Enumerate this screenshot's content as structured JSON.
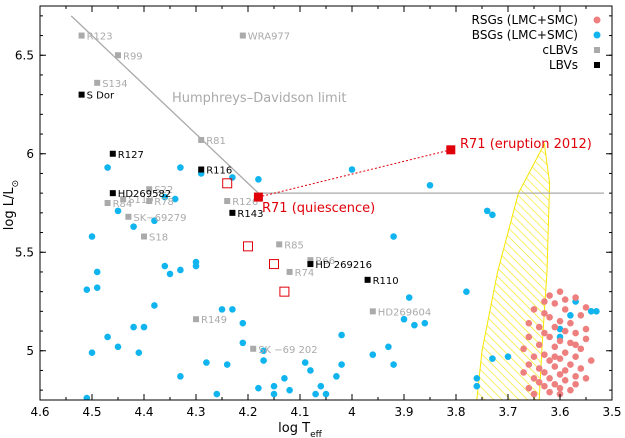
{
  "chart_data": {
    "type": "scatter",
    "xlabel": "log T",
    "xlabel_sub": "eff",
    "ylabel": "log L/L",
    "ylabel_sub": "⊙",
    "xlim": [
      4.6,
      3.5
    ],
    "ylim": [
      4.75,
      6.75
    ],
    "x_ticks": [
      "4.6",
      "4.5",
      "4.4",
      "4.3",
      "4.2",
      "4.1",
      "4",
      "3.9",
      "3.8",
      "3.7",
      "3.6",
      "3.5"
    ],
    "y_ticks": [
      "5",
      "5.5",
      "6",
      "6.5"
    ],
    "x_tick_values": [
      4.6,
      4.5,
      4.4,
      4.3,
      4.2,
      4.1,
      4.0,
      3.9,
      3.8,
      3.7,
      3.6,
      3.5
    ],
    "y_tick_values": [
      5.0,
      5.5,
      6.0,
      6.5
    ],
    "legend_position": "top-right",
    "legend": [
      {
        "label": "RSGs (LMC+SMC)",
        "marker": "circle",
        "color": "#ee7f7f"
      },
      {
        "label": "BSGs (LMC+SMC)",
        "marker": "circle",
        "color": "#10b4ee"
      },
      {
        "label": "cLBVs",
        "marker": "square",
        "color": "#aaaaaa"
      },
      {
        "label": "LBVs",
        "marker": "square",
        "color": "#000000"
      }
    ],
    "hd_limit": {
      "label": "Humphreys–Davidson limit",
      "diag": [
        [
          4.54,
          6.7
        ],
        [
          4.18,
          5.8
        ]
      ],
      "horiz": [
        [
          4.18,
          5.8
        ],
        [
          3.5,
          5.8
        ]
      ],
      "color": "#aaaaaa"
    },
    "hatched_region": {
      "color": "#f5e600",
      "outline": [
        [
          3.76,
          4.75
        ],
        [
          3.75,
          5.0
        ],
        [
          3.72,
          5.4
        ],
        [
          3.68,
          5.8
        ],
        [
          3.65,
          5.95
        ],
        [
          3.63,
          6.05
        ],
        [
          3.62,
          5.85
        ],
        [
          3.625,
          5.4
        ],
        [
          3.635,
          5.0
        ],
        [
          3.64,
          4.75
        ]
      ]
    },
    "r71": {
      "quiescence": {
        "x": 4.18,
        "y": 5.78,
        "label": "R71 (quiescence)"
      },
      "eruption": {
        "x": 3.81,
        "y": 6.02,
        "label": "R71 (eruption 2012)"
      },
      "color": "#e0000a"
    },
    "open_squares": [
      [
        4.24,
        5.85
      ],
      [
        4.2,
        5.53
      ],
      [
        4.15,
        5.44
      ],
      [
        4.13,
        5.3
      ]
    ],
    "lbvs": [
      {
        "x": 4.52,
        "y": 6.3,
        "label": "S Dor"
      },
      {
        "x": 4.46,
        "y": 6.0,
        "label": "R127"
      },
      {
        "x": 4.29,
        "y": 5.92,
        "label": "R116"
      },
      {
        "x": 4.46,
        "y": 5.8,
        "label": "HD269582"
      },
      {
        "x": 4.23,
        "y": 5.7,
        "label": "R143"
      },
      {
        "x": 4.08,
        "y": 5.44,
        "label": "HD 269216"
      },
      {
        "x": 3.97,
        "y": 5.36,
        "label": "R110"
      }
    ],
    "clbvs": [
      {
        "x": 4.52,
        "y": 6.6,
        "label": "R123"
      },
      {
        "x": 4.45,
        "y": 6.5,
        "label": "R99"
      },
      {
        "x": 4.21,
        "y": 6.6,
        "label": "WRA977"
      },
      {
        "x": 4.49,
        "y": 6.36,
        "label": "S134"
      },
      {
        "x": 4.29,
        "y": 6.07,
        "label": "R81"
      },
      {
        "x": 4.39,
        "y": 5.82,
        "label": "S22"
      },
      {
        "x": 4.44,
        "y": 5.77,
        "label": "S119"
      },
      {
        "x": 4.39,
        "y": 5.76,
        "label": "R78"
      },
      {
        "x": 4.47,
        "y": 5.75,
        "label": "R84"
      },
      {
        "x": 4.24,
        "y": 5.76,
        "label": "R126"
      },
      {
        "x": 4.43,
        "y": 5.68,
        "label": "SK−69279"
      },
      {
        "x": 4.4,
        "y": 5.58,
        "label": "S18"
      },
      {
        "x": 4.14,
        "y": 5.54,
        "label": "R85"
      },
      {
        "x": 4.08,
        "y": 5.46,
        "label": "R66"
      },
      {
        "x": 4.12,
        "y": 5.4,
        "label": "R74"
      },
      {
        "x": 3.96,
        "y": 5.2,
        "label": "HD269604"
      },
      {
        "x": 4.3,
        "y": 5.16,
        "label": "R149"
      },
      {
        "x": 4.19,
        "y": 5.01,
        "label": "SK −69 202"
      }
    ],
    "bsgs": [
      [
        4.47,
        5.93
      ],
      [
        4.45,
        5.71
      ],
      [
        4.42,
        5.63
      ],
      [
        4.5,
        5.58
      ],
      [
        4.49,
        5.4
      ],
      [
        4.51,
        5.31
      ],
      [
        4.49,
        5.32
      ],
      [
        4.36,
        5.78
      ],
      [
        4.38,
        5.66
      ],
      [
        4.36,
        5.43
      ],
      [
        4.35,
        5.39
      ],
      [
        4.33,
        5.41
      ],
      [
        4.3,
        5.45
      ],
      [
        4.3,
        5.43
      ],
      [
        4.38,
        5.23
      ],
      [
        4.4,
        5.12
      ],
      [
        4.42,
        5.12
      ],
      [
        4.47,
        5.07
      ],
      [
        4.45,
        5.02
      ],
      [
        4.5,
        4.99
      ],
      [
        4.41,
        4.99
      ],
      [
        4.33,
        4.87
      ],
      [
        4.51,
        4.76
      ],
      [
        4.34,
        5.77
      ],
      [
        4.33,
        5.93
      ],
      [
        4.29,
        5.9
      ],
      [
        4.23,
        5.88
      ],
      [
        4.18,
        5.87
      ],
      [
        4.25,
        5.21
      ],
      [
        4.23,
        5.21
      ],
      [
        4.21,
        5.14
      ],
      [
        4.21,
        5.04
      ],
      [
        4.17,
        5.0
      ],
      [
        4.17,
        4.95
      ],
      [
        4.28,
        4.94
      ],
      [
        4.24,
        4.93
      ],
      [
        4.26,
        4.78
      ],
      [
        4.18,
        4.81
      ],
      [
        4.15,
        4.82
      ],
      [
        4.15,
        4.78
      ],
      [
        4.13,
        4.86
      ],
      [
        4.12,
        4.8
      ],
      [
        4.07,
        4.78
      ],
      [
        4.06,
        4.82
      ],
      [
        4.05,
        4.78
      ],
      [
        4.08,
        4.9
      ],
      [
        4.09,
        4.94
      ],
      [
        4.02,
        4.93
      ],
      [
        4.03,
        4.87
      ],
      [
        4.02,
        5.08
      ],
      [
        3.93,
        5.02
      ],
      [
        3.92,
        4.93
      ],
      [
        3.96,
        4.98
      ],
      [
        3.92,
        5.58
      ],
      [
        3.89,
        5.27
      ],
      [
        3.86,
        5.14
      ],
      [
        3.88,
        5.13
      ],
      [
        3.9,
        5.16
      ],
      [
        4.0,
        5.92
      ],
      [
        3.85,
        5.84
      ],
      [
        3.78,
        5.3
      ],
      [
        3.74,
        5.71
      ],
      [
        3.73,
        5.69
      ],
      [
        3.76,
        4.82
      ],
      [
        3.76,
        4.86
      ],
      [
        3.73,
        4.96
      ],
      [
        3.7,
        4.97
      ],
      [
        3.6,
        5.07
      ],
      [
        3.6,
        5.11
      ],
      [
        3.58,
        5.18
      ],
      [
        3.54,
        5.2
      ],
      [
        3.57,
        5.25
      ],
      [
        3.53,
        5.2
      ]
    ],
    "rsgs": [
      [
        3.6,
        5.3
      ],
      [
        3.62,
        5.28
      ],
      [
        3.57,
        5.27
      ],
      [
        3.61,
        5.24
      ],
      [
        3.65,
        5.21
      ],
      [
        3.55,
        5.22
      ],
      [
        3.59,
        5.21
      ],
      [
        3.63,
        5.19
      ],
      [
        3.62,
        5.17
      ],
      [
        3.56,
        5.18
      ],
      [
        3.6,
        5.15
      ],
      [
        3.66,
        5.14
      ],
      [
        3.58,
        5.14
      ],
      [
        3.61,
        5.12
      ],
      [
        3.64,
        5.12
      ],
      [
        3.55,
        5.11
      ],
      [
        3.59,
        5.1
      ],
      [
        3.63,
        5.09
      ],
      [
        3.57,
        5.09
      ],
      [
        3.62,
        5.07
      ],
      [
        3.66,
        5.07
      ],
      [
        3.6,
        5.05
      ],
      [
        3.55,
        5.06
      ],
      [
        3.58,
        5.04
      ],
      [
        3.64,
        5.03
      ],
      [
        3.61,
        5.02
      ],
      [
        3.67,
        5.01
      ],
      [
        3.56,
        5.01
      ],
      [
        3.59,
        4.99
      ],
      [
        3.63,
        4.98
      ],
      [
        3.65,
        4.97
      ],
      [
        3.57,
        4.97
      ],
      [
        3.6,
        4.96
      ],
      [
        3.62,
        4.95
      ],
      [
        3.54,
        4.95
      ],
      [
        3.58,
        4.93
      ],
      [
        3.66,
        4.93
      ],
      [
        3.61,
        4.92
      ],
      [
        3.64,
        4.91
      ],
      [
        3.56,
        4.91
      ],
      [
        3.59,
        4.9
      ],
      [
        3.63,
        4.89
      ],
      [
        3.67,
        4.89
      ],
      [
        3.6,
        4.88
      ],
      [
        3.57,
        4.87
      ],
      [
        3.62,
        4.86
      ],
      [
        3.65,
        4.86
      ],
      [
        3.55,
        4.86
      ],
      [
        3.59,
        4.85
      ],
      [
        3.64,
        4.84
      ],
      [
        3.61,
        4.83
      ],
      [
        3.57,
        4.83
      ],
      [
        3.63,
        4.82
      ],
      [
        3.6,
        4.81
      ],
      [
        3.66,
        4.81
      ],
      [
        3.58,
        4.8
      ],
      [
        3.62,
        4.79
      ],
      [
        3.65,
        4.78
      ],
      [
        3.6,
        4.78
      ],
      [
        3.63,
        5.25
      ],
      [
        3.59,
        5.26
      ],
      [
        3.57,
        5.03
      ],
      [
        3.61,
        4.97
      ]
    ]
  }
}
